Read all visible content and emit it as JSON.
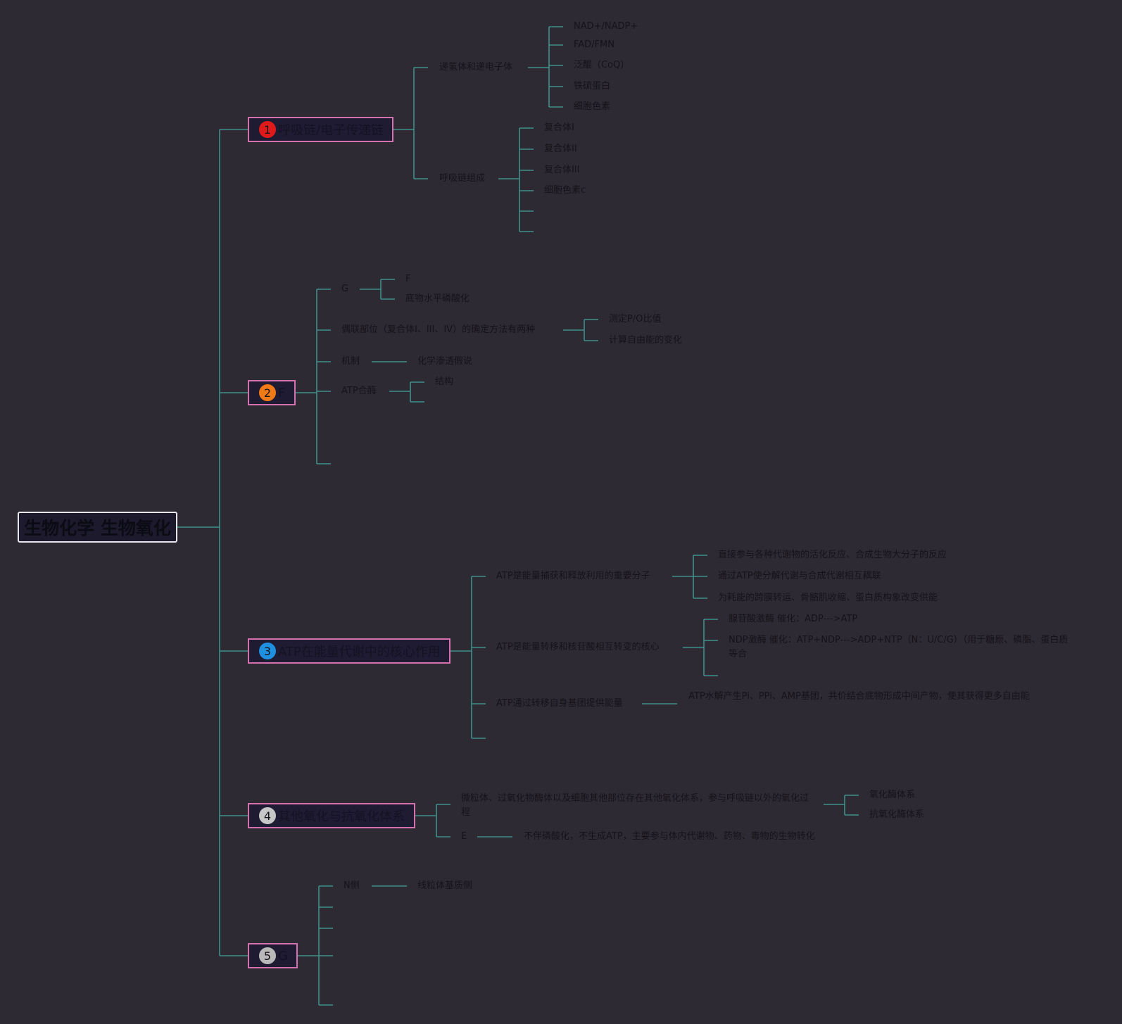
{
  "root": "生物化学 生物氧化",
  "branches": [
    {
      "number": "1",
      "badge_color": "#e0191b",
      "title": "呼吸链/电子传递链",
      "groups": [
        {
          "label": "递氢体和递电子体",
          "items": [
            "NAD+/NADP+",
            "FAD/FMN",
            "泛醌（CoQ）",
            "铁硫蛋白",
            "细胞色素"
          ]
        },
        {
          "label": "呼吸链组成",
          "items": [
            "复合体I",
            "复合体II",
            "复合体III",
            "细胞色素c",
            "",
            ""
          ]
        }
      ]
    },
    {
      "number": "2",
      "badge_color": "#f07a17",
      "title": "F",
      "groups": [
        {
          "label": "G",
          "items": [
            "F",
            "底物水平磷酸化"
          ]
        },
        {
          "label": "偶联部位（复合体I、III、IV）的确定方法有两种",
          "items": [
            "测定P/O比值",
            "计算自由能的变化"
          ]
        },
        {
          "label": "机制",
          "items": [
            "化学渗透假说"
          ]
        },
        {
          "label": "ATP合酶",
          "items": [
            "结构",
            ""
          ]
        },
        {
          "label": "",
          "items": []
        }
      ]
    },
    {
      "number": "3",
      "badge_color": "#1f8fdf",
      "title": "ATP在能量代谢中的核心作用",
      "groups": [
        {
          "label": "ATP是能量捕获和释放利用的重要分子",
          "items": [
            "直接参与各种代谢物的活化反应、合成生物大分子的反应",
            "通过ATP使分解代谢与合成代谢相互耦联",
            "为耗能的跨膜转运、骨骼肌收缩、蛋白质构象改变供能"
          ]
        },
        {
          "label": "ATP是能量转移和核苷酸相互转变的核心",
          "items": [
            "腺苷酸激酶 催化：ADP--->ATP",
            "NDP激酶 催化：ATP+NDP--->ADP+NTP（N：U/C/G）（用于糖原、磷脂、蛋白质等合",
            ""
          ]
        },
        {
          "label": "ATP通过转移自身基团提供能量",
          "items": [
            "ATP水解产生Pi、PPi、AMP基团，共价结合底物形成中间产物，使其获得更多自由能"
          ]
        },
        {
          "label": "",
          "items": []
        }
      ]
    },
    {
      "number": "4",
      "badge_color": "#c7c7c7",
      "title": "其他氧化与抗氧化体系",
      "groups": [
        {
          "label": "微粒体、过氧化物酶体以及细胞其他部位存在其他氧化体系，参与呼吸链以外的氧化过程",
          "items": [
            "氧化酶体系",
            "抗氧化酶体系"
          ]
        },
        {
          "label": "E",
          "items": [
            "不伴磷酸化，不生成ATP，主要参与体内代谢物、药物、毒物的生物转化"
          ]
        }
      ]
    },
    {
      "number": "5",
      "badge_color": "#b9b9b9",
      "title": "G",
      "groups": [
        {
          "label": "N侧",
          "items": [
            "线粒体基质侧"
          ]
        },
        {
          "label": "",
          "items": []
        },
        {
          "label": "",
          "items": []
        },
        {
          "label": "",
          "items": []
        },
        {
          "label": "",
          "items": []
        }
      ]
    }
  ]
}
